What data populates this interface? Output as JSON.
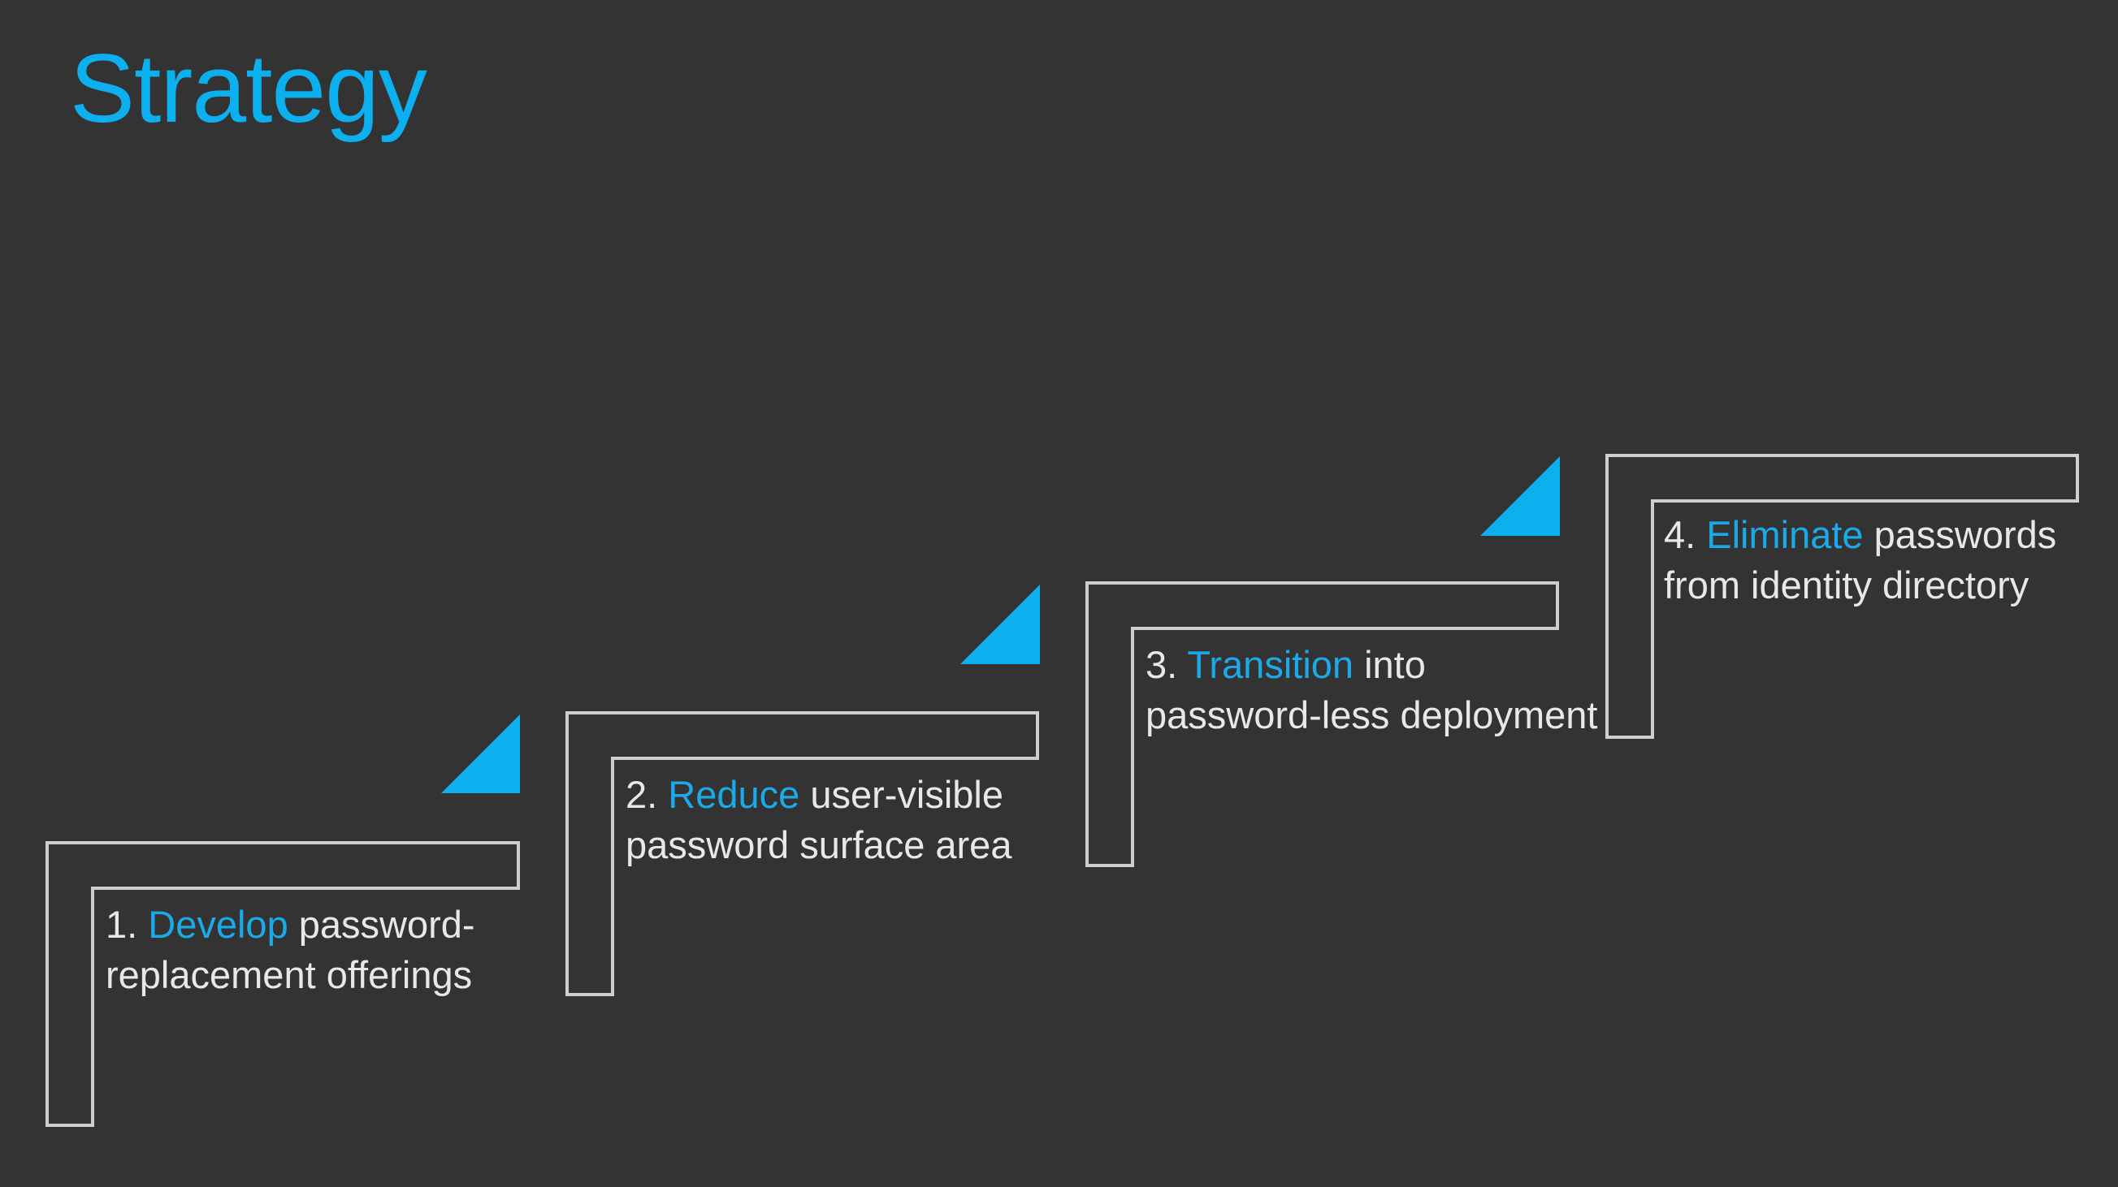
{
  "slide": {
    "title": "Strategy",
    "background_color": "#333333",
    "accent_color": "#0DB0EF",
    "text_color": "#E8E8E8",
    "outline_color": "#CFCFCF"
  },
  "steps": [
    {
      "number": "1.",
      "verb": "Develop",
      "rest": " password-replacement offerings",
      "full_text": "1. Develop password-replacement offerings",
      "arrow_icon": "triangle-up-right-icon"
    },
    {
      "number": "2.",
      "verb": "Reduce",
      "rest": " user-visible password surface area",
      "full_text": "2. Reduce user-visible password surface area",
      "arrow_icon": "triangle-up-right-icon"
    },
    {
      "number": "3.",
      "verb": "Transition",
      "rest": " into password-less deployment",
      "full_text": "3. Transition into password-less deployment",
      "arrow_icon": "triangle-up-right-icon"
    },
    {
      "number": "4.",
      "verb": "Eliminate",
      "rest": " passwords from identity directory",
      "full_text": "4. Eliminate passwords from identity directory",
      "arrow_icon": null
    }
  ]
}
